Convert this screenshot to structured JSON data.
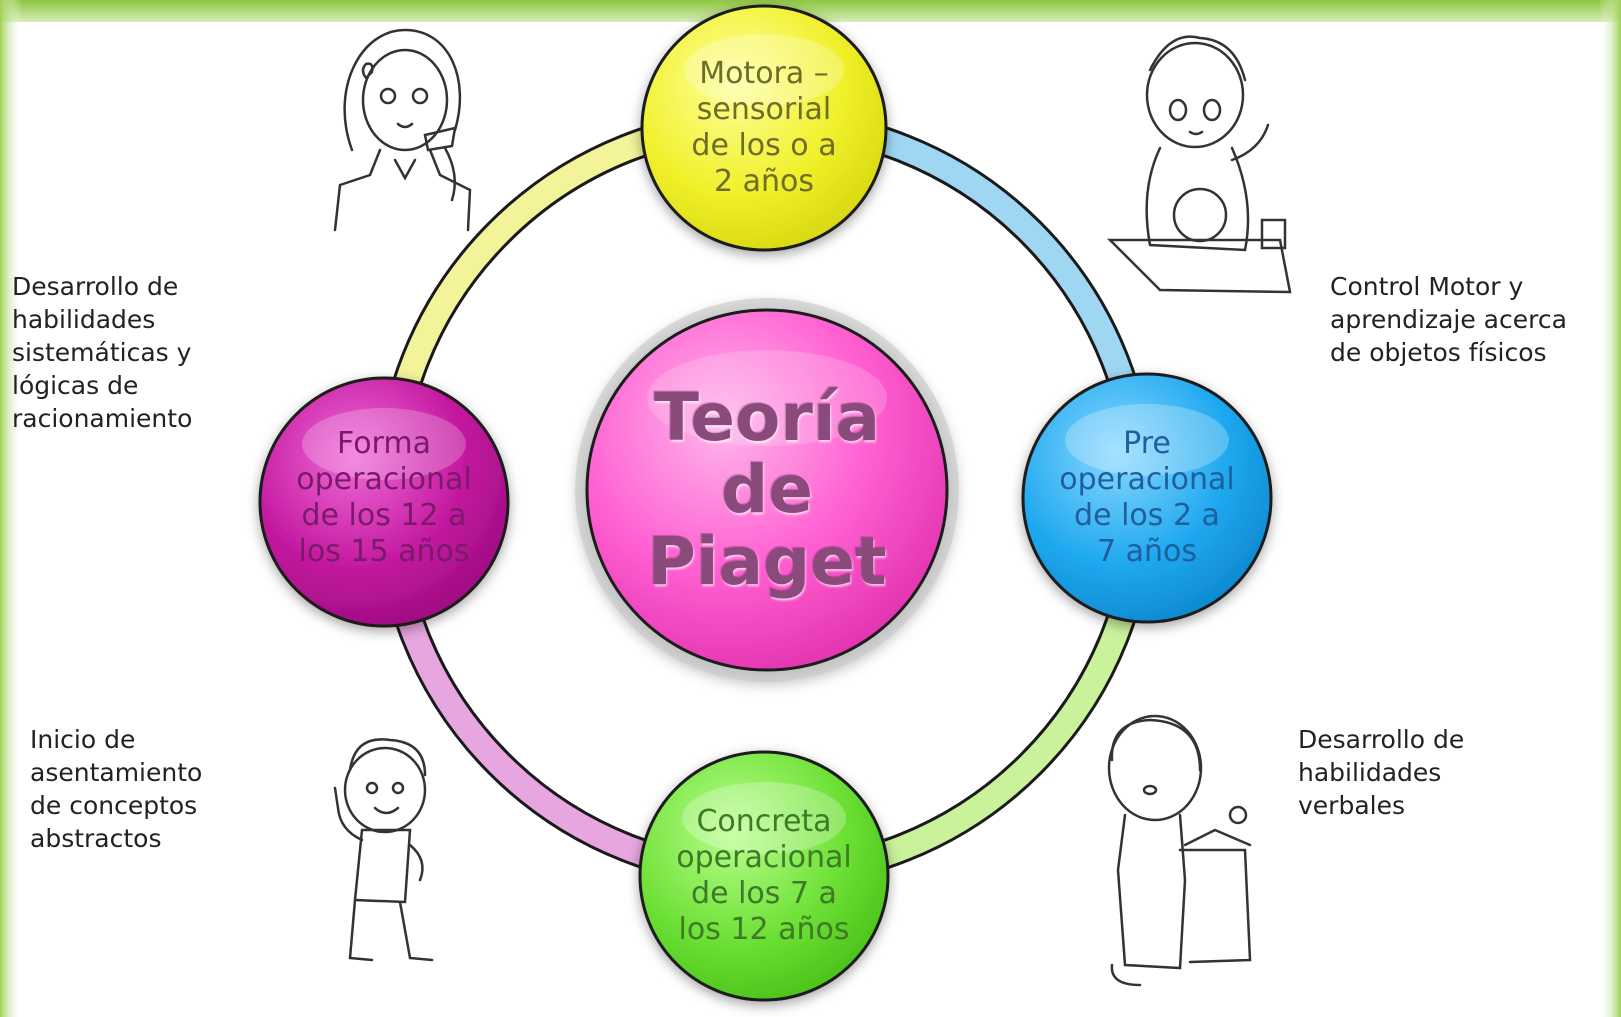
{
  "diagram": {
    "center": {
      "line1": "Teoría",
      "line2": "de",
      "line3": "Piaget",
      "color": "#ff5fd1"
    },
    "stages": {
      "motora": {
        "line1": "Motora –",
        "line2": "sensorial",
        "line3": "de los o a",
        "line4": "2 años",
        "color": "#f0f02a"
      },
      "pre": {
        "line1": "Pre",
        "line2": "operacional",
        "line3": "de los 2 a",
        "line4": "7 años",
        "color": "#1ea8ef"
      },
      "concreta": {
        "line1": "Concreta",
        "line2": "operacional",
        "line3": "de los 7 a",
        "line4": "los 12 años",
        "color": "#6ce034"
      },
      "forma": {
        "line1": "Forma",
        "line2": "operacional",
        "line3": "de los 12 a",
        "line4": "los 15 años",
        "color": "#c3179f"
      }
    },
    "descriptions": {
      "top_left": [
        "Desarrollo de",
        "habilidades",
        "sistemáticas y",
        "lógicas de",
        "racionamiento"
      ],
      "top_right": [
        "Control Motor y",
        "aprendizaje  acerca",
        "de objetos físicos"
      ],
      "bottom_left": [
        "Inicio de",
        "asentamiento",
        "de conceptos",
        "abstractos"
      ],
      "bottom_right": [
        "Desarrollo de",
        "habilidades",
        "verbales"
      ]
    },
    "ring_colors": {
      "top_right": "#9fd6f2",
      "bottom_right": "#c9f29a",
      "bottom_left": "#e7a6df",
      "top_left": "#f3f39a"
    },
    "frame_color": "#8cc63f"
  }
}
